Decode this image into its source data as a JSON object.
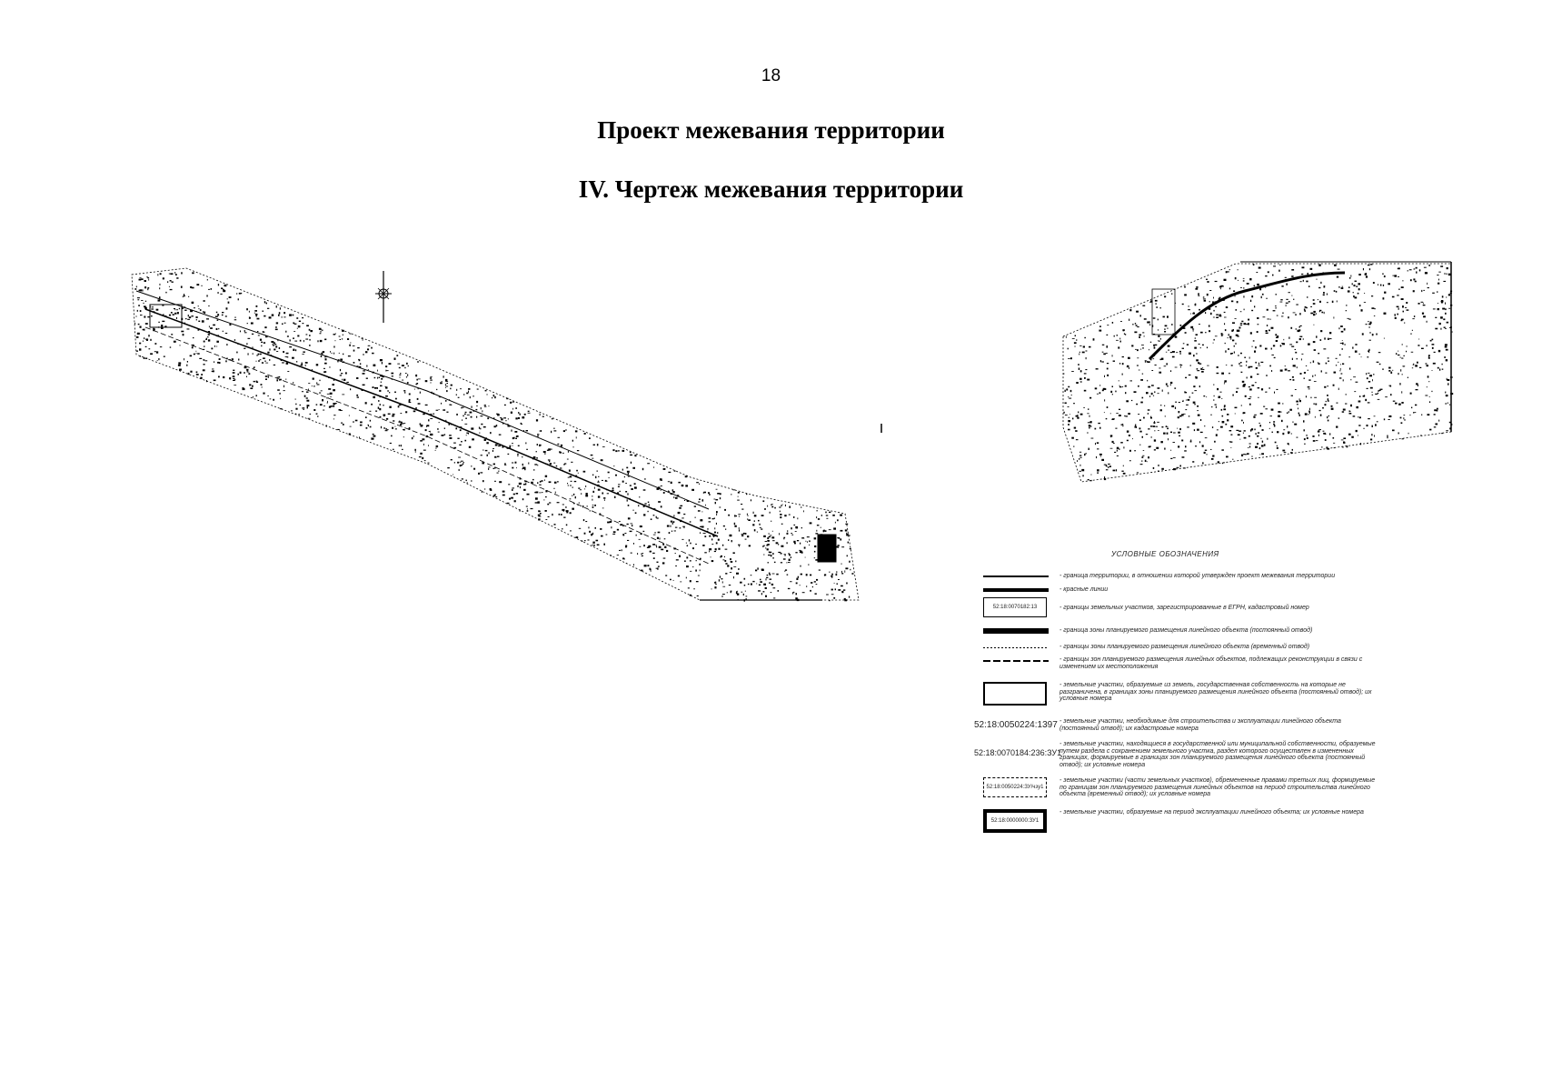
{
  "page": {
    "number": "18",
    "title": "Проект межевания территории",
    "subtitle": "IV. Чертеж межевания территории"
  },
  "drawing": {
    "legend": {
      "heading": "УСЛОВНЫЕ ОБОЗНАЧЕНИЯ",
      "items": [
        {
          "text": "- граница территории, в отношении которой утвержден проект межевания территории"
        },
        {
          "text": "- красные линии"
        },
        {
          "symbol_label": "52:18:0070182:13",
          "text": "- границы земельных участков, зарегистрированные в ЕГРН, кадастровый номер"
        },
        {
          "text": "- граница зоны планируемого размещения линейного объекта (постоянный отвод)"
        },
        {
          "text": "- границы зоны планируемого размещения линейного объекта (временный отвод)"
        },
        {
          "text": "- границы зон планируемого размещения линейных объектов, подлежащих реконструкции в связи с изменением их местоположения"
        },
        {
          "text": "- земельные участки, образуемые из земель, государственная собственность на которые не разграничена, в границах зоны планируемого размещения линейного объекта (постоянный отвод); их условные номера"
        },
        {
          "symbol_label": "52:18:0050224:1397",
          "text": "- земельные участки, необходимые для строительства и эксплуатации линейного объекта (постоянный отвод); их кадастровые номера"
        },
        {
          "symbol_label": "52:18:0070184:236:ЗУ1",
          "text": "- земельные участки, находящиеся в государственной или муниципальной собственности, образуемые путем раздела с сохранением земельного участка, раздел которого осуществлен в измененных границах, формируемые в границах зон планируемого размещения линейного объекта (постоянный отвод); их условные номера"
        },
        {
          "symbol_label": "52:18:0050224:ЗУ/чзу1",
          "text": "- земельные участки (части земельных участков), обремененные правами третьих лиц, формируемые по границам зон планируемого размещения линейных объектов на период строительства линейного объекта (временный отвод); их условные номера"
        },
        {
          "symbol_label": "52:18:0000000:ЗУ1",
          "text": "- земельные участки, образуемые на период эксплуатации линейного объекта; их условные номера"
        }
      ]
    }
  }
}
